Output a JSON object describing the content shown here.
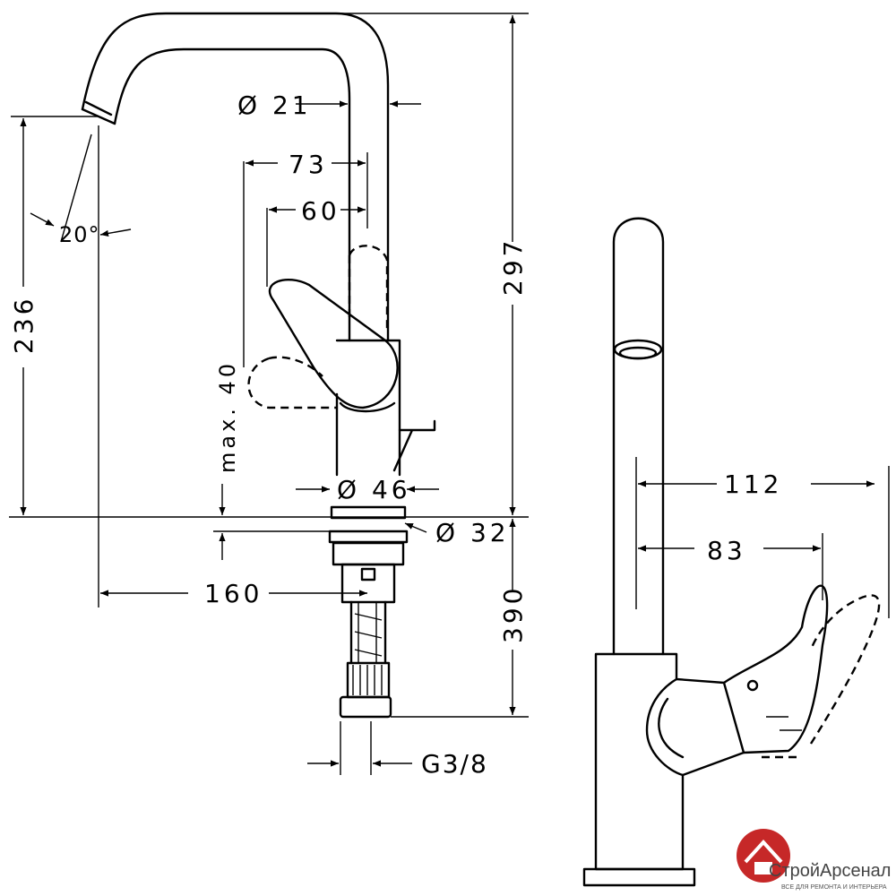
{
  "dimensions": {
    "d21": "Ø 21",
    "d73": "73",
    "d60": "60",
    "d297": "297",
    "d236": "236",
    "angle": "20°",
    "max40": "max. 40",
    "d46": "Ø 46",
    "d32": "Ø 32",
    "d160": "160",
    "d390": "390",
    "thread": "G3/8",
    "d112": "112",
    "d83": "83"
  },
  "logo": {
    "name_a": "Строй",
    "name_b": "Арсенал",
    "tagline": "ВСЕ ДЛЯ РЕМОНТА И ИНТЕРЬЕРА",
    "color": "#c62828"
  }
}
